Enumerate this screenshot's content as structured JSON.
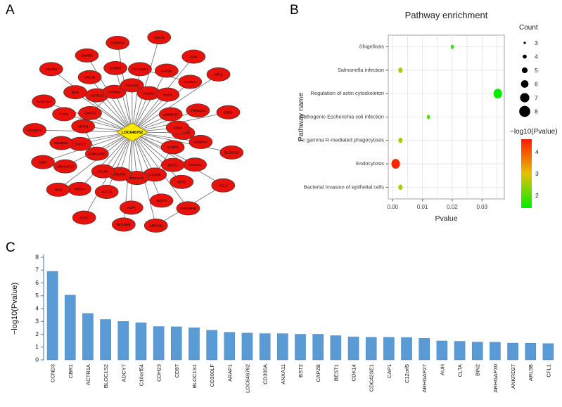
{
  "figure": {
    "panels": [
      {
        "letter": "A",
        "name": "network"
      },
      {
        "letter": "B",
        "name": "pathway-enrichment"
      },
      {
        "letter": "C",
        "name": "gene-pvalue-bar"
      }
    ]
  },
  "panelA": {
    "letter": "A",
    "hub": "LOC646762",
    "hub_color": "#ffe800",
    "node_color": "#e8120c",
    "edge_color": "#6e6e6e",
    "nodes": [
      "C12orf73",
      "CRMP3A",
      "BLOC1S2",
      "CASP4",
      "ANXA11",
      "CCL3",
      "BEST1",
      "BST2",
      "CHSUBNB",
      "C12orf5",
      "ADCY7",
      "ARPC1B",
      "B3GALT4",
      "ACP7",
      "BCKDHB",
      "C8orf46",
      "ACOT1",
      "CLTA",
      "CALM4",
      "ABPC4",
      "TRIO",
      "ARHGAP30",
      "ARHGAP27",
      "CD97",
      "CHST7",
      "CD300LF",
      "CDADC1",
      "ARAP1",
      "CAP1",
      "BLOC1S1",
      "CDHC3",
      "DHG",
      "C9orf94",
      "ACTR1A",
      "ARL5B",
      "C6orf62",
      "CAPNS1",
      "CCND3",
      "CORO1A",
      "CALHM2",
      "CDC42SE1",
      "CDK14",
      "ALDOA",
      "CAPZB",
      "AUH",
      "RAP2",
      "CD300A",
      "GPL5",
      "ANKRD27",
      "ATP6V0A1",
      "CBR1",
      "CDK6"
    ]
  },
  "panelB": {
    "letter": "B",
    "title": "Pathway enrichment",
    "xlabel": "Pvalue",
    "ylabel": "Pathway name",
    "count_legend_title": "Count",
    "color_legend_title": "−log10(Pvalue)",
    "count_legend_values": [
      "3",
      "4",
      "5",
      "6",
      "7",
      "8"
    ],
    "color_legend_ticks": [
      "4",
      "3",
      "2"
    ],
    "color_scale_high": "#ff1a00",
    "color_scale_mid": "#e8c000",
    "color_scale_low": "#00ee00",
    "xticks": [
      "0.00",
      "0.01",
      "0.02",
      "0.03"
    ],
    "chart_data": {
      "type": "scatter",
      "title": "Pathway enrichment",
      "xlabel": "Pvalue",
      "ylabel": "Pathway name",
      "xlim": [
        -0.0015,
        0.0375
      ],
      "grid": true,
      "legend": "right",
      "categories": [
        "Shigellosis",
        "Salmonella infection",
        "Regulation of actin cytoskeleton",
        "Pathogenic Escherichia coli infection",
        "Fc gamma R-mediated phagocytosis",
        "Endocytosis",
        "Bacterial invasion of epithelial cells"
      ],
      "points": [
        {
          "pathway": "Shigellosis",
          "pvalue": 0.02,
          "count": 3,
          "neglog10p": 1.7
        },
        {
          "pathway": "Salmonella infection",
          "pvalue": 0.0026,
          "count": 4,
          "neglog10p": 2.59
        },
        {
          "pathway": "Regulation of actin cytoskeleton",
          "pvalue": 0.0353,
          "count": 8,
          "neglog10p": 1.45
        },
        {
          "pathway": "Pathogenic Escherichia coli infection",
          "pvalue": 0.012,
          "count": 3,
          "neglog10p": 1.92
        },
        {
          "pathway": "Fc gamma R-mediated phagocytosis",
          "pvalue": 0.0026,
          "count": 4,
          "neglog10p": 2.59
        },
        {
          "pathway": "Endocytosis",
          "pvalue": 0.001,
          "count": 8,
          "neglog10p": 4.6
        },
        {
          "pathway": "Bacterial invasion of epithelial cells",
          "pvalue": 0.0026,
          "count": 4,
          "neglog10p": 2.59
        }
      ]
    }
  },
  "panelC": {
    "letter": "C",
    "bar_color": "#5b9bd5",
    "chart_data": {
      "type": "bar",
      "title": "",
      "xlabel": "",
      "ylabel": "−log10(Pvalue)",
      "ylim": [
        0,
        8
      ],
      "yticks": [
        0,
        1,
        2,
        3,
        4,
        5,
        6,
        7,
        8
      ],
      "grid": false,
      "categories": [
        "CCND3",
        "CBR1",
        "ACTR1A",
        "BLOC1S2",
        "ADCY7",
        "C10orf54",
        "CDH23",
        "CD97",
        "BLOC1S1",
        "CD300LF",
        "ARAP1",
        "LOC646762",
        "CD300A",
        "ANXA11",
        "BST2",
        "CAPZB",
        "BEST1",
        "CDK14",
        "CDC42SE1",
        "CAP1",
        "C12orf5",
        "ARHGAP27",
        "AUH",
        "CLTA",
        "BIN2",
        "ARHGAP30",
        "ANKRD27",
        "ARL5B",
        "CFL1"
      ],
      "values": [
        6.9,
        5.05,
        3.62,
        3.15,
        3.0,
        2.9,
        2.6,
        2.58,
        2.51,
        2.31,
        2.15,
        2.09,
        2.05,
        2.05,
        2.0,
        2.0,
        1.89,
        1.8,
        1.76,
        1.76,
        1.75,
        1.68,
        1.48,
        1.45,
        1.39,
        1.38,
        1.31,
        1.3,
        1.27
      ]
    }
  }
}
